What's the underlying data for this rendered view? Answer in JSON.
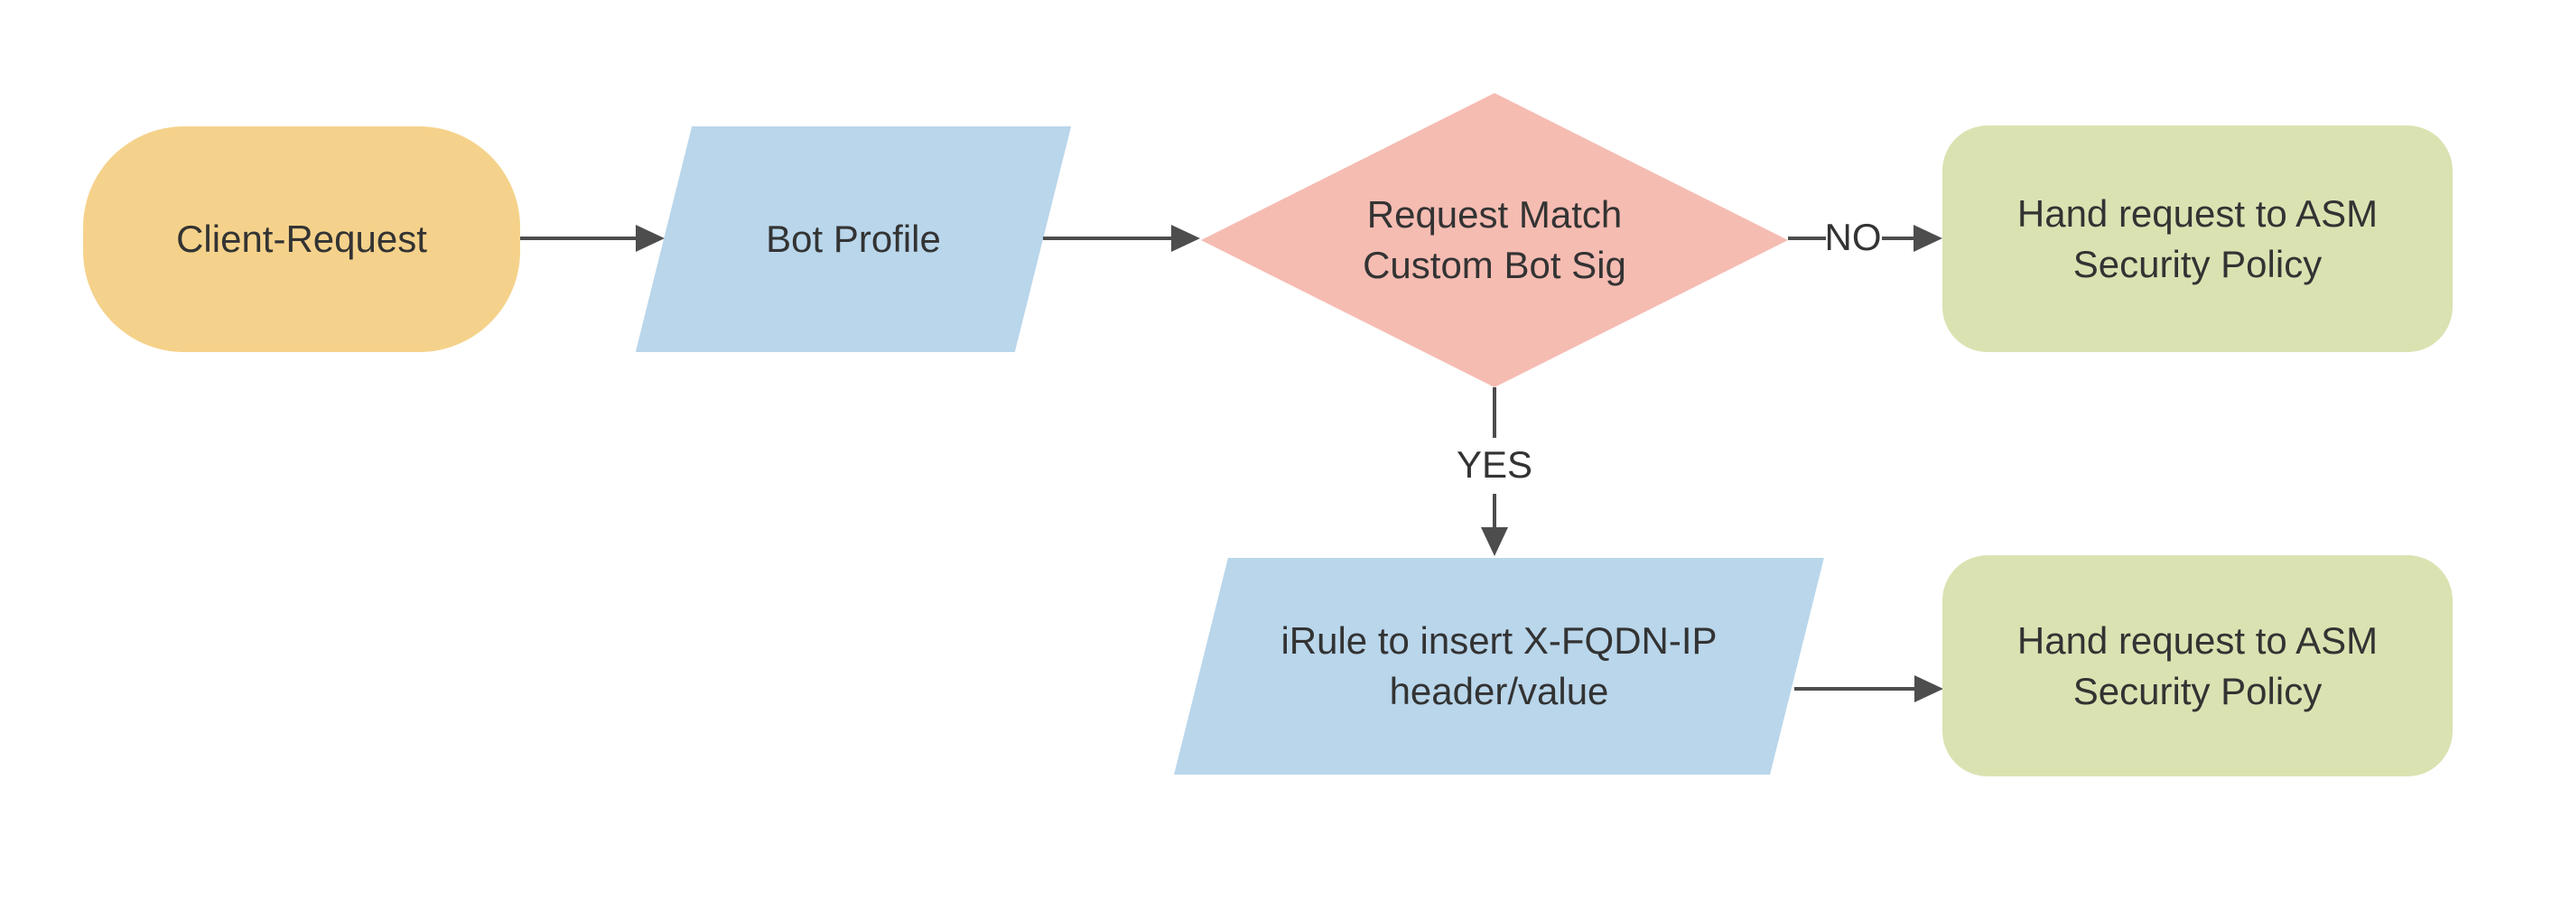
{
  "colors": {
    "terminator_fill": "#F5D28B",
    "process_fill": "#B9D6EB",
    "decision_fill": "#F5BCB2",
    "result_fill": "#DBE2B2",
    "connector": "#4D4D4D",
    "text": "#333333",
    "background": "#FFFFFF"
  },
  "nodes": {
    "client_request": {
      "shape": "terminator",
      "label": "Client-Request"
    },
    "bot_profile": {
      "shape": "parallelogram",
      "label": "Bot Profile"
    },
    "decision": {
      "shape": "diamond",
      "label": "Request Match\nCustom Bot Sig"
    },
    "asm_policy_no_branch": {
      "shape": "rounded-rectangle",
      "label": "Hand request to ASM\nSecurity Policy"
    },
    "irule_insert_header": {
      "shape": "parallelogram",
      "label": "iRule to insert X-FQDN-IP\nheader/value"
    },
    "asm_policy_yes_branch": {
      "shape": "rounded-rectangle",
      "label": "Hand request to ASM\nSecurity Policy"
    }
  },
  "edges": {
    "client_to_botprofile": {
      "from": "client_request",
      "to": "bot_profile",
      "label": ""
    },
    "botprofile_to_decision": {
      "from": "bot_profile",
      "to": "decision",
      "label": ""
    },
    "decision_no": {
      "from": "decision",
      "to": "asm_policy_no_branch",
      "label": "NO"
    },
    "decision_yes": {
      "from": "decision",
      "to": "irule_insert_header",
      "label": "YES"
    },
    "irule_to_asm": {
      "from": "irule_insert_header",
      "to": "asm_policy_yes_branch",
      "label": ""
    }
  }
}
